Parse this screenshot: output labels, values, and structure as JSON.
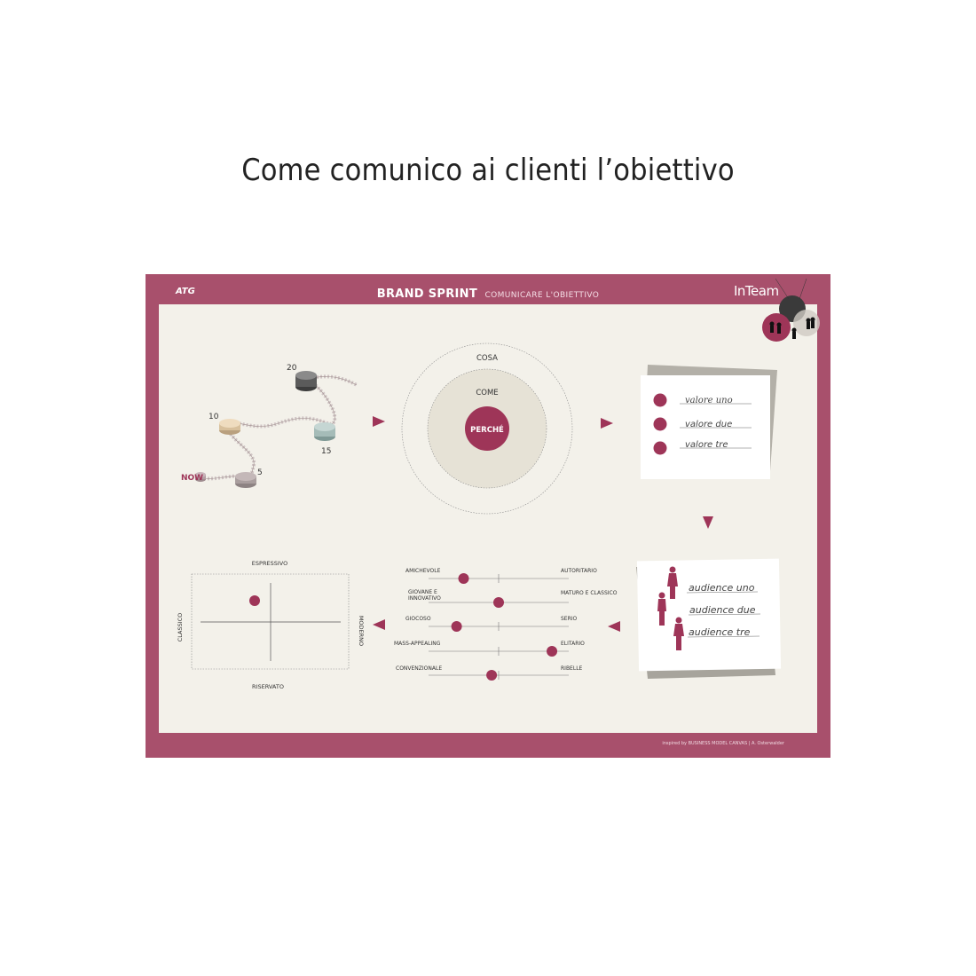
{
  "page": {
    "title": "Come comunico ai clienti l’obiettivo"
  },
  "board": {
    "logo_left": "ATG",
    "title_main": "BRAND SPRINT",
    "title_sub": "COMUNICARE L'OBIETTIVO",
    "logo_right": "InTeam",
    "footer": "inspired by BUSINESS MODEL CANVAS | A. Osterwalder",
    "colors": {
      "accent": "#a8506c",
      "dot": "#9e3558",
      "paper": "#f3f1ea"
    }
  },
  "roadmap": {
    "now_label": "NOW",
    "milestones": [
      {
        "label": "5"
      },
      {
        "label": "10"
      },
      {
        "label": "15"
      },
      {
        "label": "20"
      }
    ]
  },
  "circles": {
    "outer": "COSA",
    "middle": "COME",
    "inner": "PERCHÉ"
  },
  "values_card": {
    "items": [
      "valore uno",
      "valore due",
      "valore tre"
    ]
  },
  "audience_card": {
    "items": [
      "audience uno",
      "audience due",
      "audience tre"
    ]
  },
  "sliders": [
    {
      "left": "AMICHEVOLE",
      "right": "AUTORITARIO",
      "value": 0.25
    },
    {
      "left": "GIOVANE E INNOVATIVO",
      "right": "MATURO E CLASSICO",
      "value": 0.5
    },
    {
      "left": "GIOCOSO",
      "right": "SERIO",
      "value": 0.2
    },
    {
      "left": "MASS-APPEALING",
      "right": "ELITARIO",
      "value": 0.88
    },
    {
      "left": "CONVENZIONALE",
      "right": "RIBELLE",
      "value": 0.45
    }
  ],
  "matrix": {
    "top": "ESPRESSIVO",
    "bottom": "RISERVATO",
    "left": "CLASSICO",
    "right": "MODERNO"
  }
}
